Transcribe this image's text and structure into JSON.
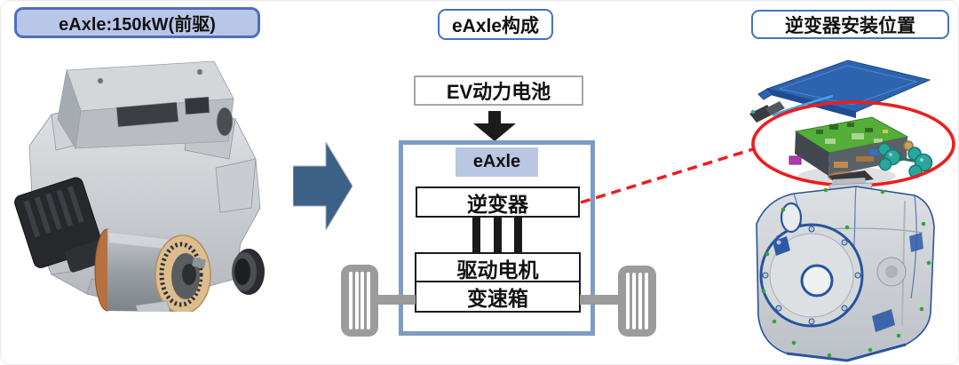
{
  "colors": {
    "accent_blue": "#4472c4",
    "label_fill_blue": "#b8c6e8",
    "label_border_blue": "#4f6fbe",
    "container_border_blue": "#7d9cc3",
    "eaxle_tag_fill": "#b9c7e2",
    "flow_arrow_blue": "#3d6086",
    "highlight_red": "#ee1c1e",
    "axle_gray": "#9b9b9b",
    "component_border_black": "#1a1a1a",
    "battery_border_gray": "#a6a6a6"
  },
  "left_panel": {
    "label": "eAxle:150kW(前驱)"
  },
  "center_panel": {
    "title": "eAxle构成",
    "battery_label": "EV动力电池",
    "eaxle_label": "eAxle",
    "components": [
      {
        "id": "inverter",
        "label": "逆变器"
      },
      {
        "id": "motor",
        "label": "驱动电机"
      },
      {
        "id": "gearbox",
        "label": "变速箱"
      }
    ]
  },
  "right_panel": {
    "title": "逆变器安装位置"
  }
}
